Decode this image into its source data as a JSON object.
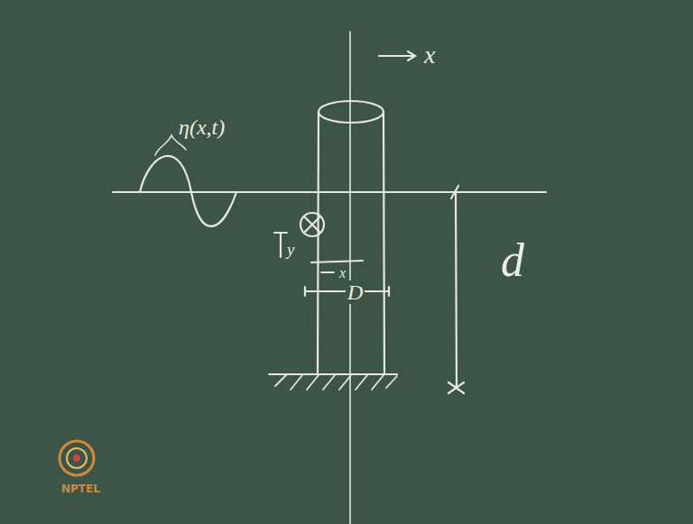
{
  "diagram": {
    "labels": [
      "x",
      "η(x,t)",
      "y",
      "x",
      "D",
      "d",
      "NPTEL"
    ]
  }
}
